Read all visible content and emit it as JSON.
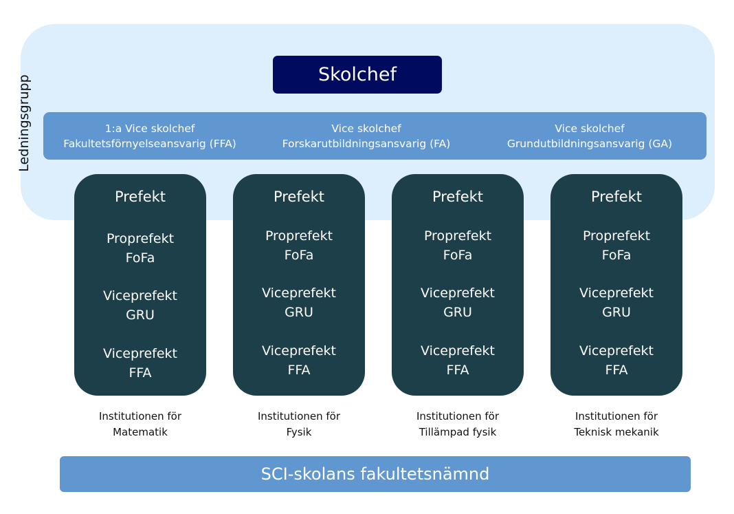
{
  "group_label": "Ledningsgrupp",
  "head": "Skolchef",
  "vice": [
    {
      "title": "1:a Vice skolchef",
      "role": "Fakultetsförnyelseansvarig (FFA)"
    },
    {
      "title": "Vice skolchef",
      "role": "Forskarutbildningsansvarig (FA)"
    },
    {
      "title": "Vice skolchef",
      "role": "Grundutbildningsansvarig (GA)"
    }
  ],
  "departments": [
    {
      "roles": [
        "Prefekt",
        "Proprefekt",
        "FoFa",
        "Viceprefekt",
        "GRU",
        "Viceprefekt",
        "FFA"
      ],
      "inst1": "Institutionen för",
      "inst2": "Matematik"
    },
    {
      "roles": [
        "Prefekt",
        "Proprefekt",
        "FoFa",
        "Viceprefekt",
        "GRU",
        "Viceprefekt",
        "FFA"
      ],
      "inst1": "Institutionen för",
      "inst2": "Fysik"
    },
    {
      "roles": [
        "Prefekt",
        "Proprefekt",
        "FoFa",
        "Viceprefekt",
        "GRU",
        "Viceprefekt",
        "FFA"
      ],
      "inst1": "Institutionen för",
      "inst2": "Tillämpad fysik"
    },
    {
      "roles": [
        "Prefekt",
        "Proprefekt",
        "FoFa",
        "Viceprefekt",
        "GRU",
        "Viceprefekt",
        "FFA"
      ],
      "inst1": "Institutionen för",
      "inst2": "Teknisk mekanik"
    }
  ],
  "bottom": "SCI-skolans fakultetsnämnd"
}
